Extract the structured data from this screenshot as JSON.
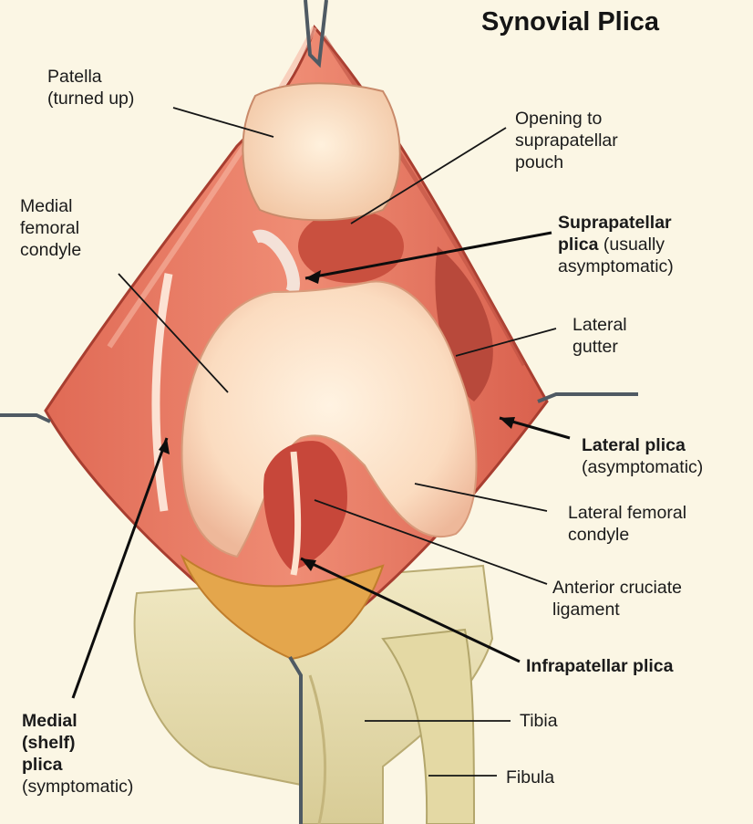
{
  "title": "Synovial Plica",
  "labels": {
    "patella": {
      "line1": "Patella",
      "line2": "(turned up)"
    },
    "opening": {
      "line1": "Opening to",
      "line2": "suprapatellar",
      "line3": "pouch"
    },
    "medial_condyle": {
      "line1": "Medial",
      "line2": "femoral",
      "line3": "condyle"
    },
    "suprapatellar_plica": {
      "line1": "Suprapatellar",
      "line2_bold": "plica",
      "line2_rest": " (usually",
      "line3": "asymptomatic)"
    },
    "lateral_gutter": {
      "line1": "Lateral",
      "line2": "gutter"
    },
    "lateral_plica": {
      "line1": "Lateral plica",
      "line2": "(asymptomatic)"
    },
    "lateral_condyle": {
      "line1": "Lateral femoral",
      "line2": "condyle"
    },
    "acl": {
      "line1": "Anterior cruciate",
      "line2": "ligament"
    },
    "infrapatellar_plica": {
      "line1": "Infrapatellar plica"
    },
    "tibia": {
      "line1": "Tibia"
    },
    "fibula": {
      "line1": "Fibula"
    },
    "medial_plica": {
      "line1": "Medial",
      "line2": "(shelf)",
      "line3": "plica",
      "line4": "(symptomatic)"
    }
  },
  "colors": {
    "background": "#fbf6e4",
    "capsule": "#e8745f",
    "capsule_dark": "#c8493c",
    "cartilage": "#fbe2c6",
    "bone": "#e9dfb0",
    "fat": "#e0a448",
    "label_text": "#1b1b1b"
  }
}
